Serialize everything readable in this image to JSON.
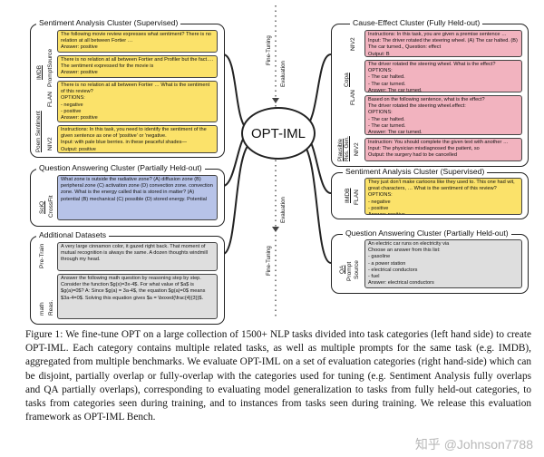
{
  "center": {
    "title": "OPT-IML"
  },
  "arrows": {
    "upper_left": "Fine-Tuning",
    "upper_right": "Evaluation",
    "lower_right": "Evaluation",
    "lower_left": "Fine-Tuning"
  },
  "left": {
    "sentiment": {
      "title": "Sentiment Analysis Cluster (Supervised)",
      "imdb_label": "IMDB",
      "promptsource_label": "PromptSource",
      "flan_label": "FLAN",
      "poem_label": "Poem Sentiment",
      "niv2_label": "NIV2",
      "card1": "The following movie review expresses what sentiment? There is no relation at all between Fortier …\nAnswer: positive",
      "card2": "There is no relation at all between Fortier and Profiler but the fact…. The sentiment expressed for the movie is\nAnswer: positive",
      "card3": "There is no relation at all between Fortier … What is the sentiment of this review?\nOPTIONS:\n- negative\n- positive\nAnswer: positive",
      "card4": "Instructions: In this task, you need to identify the sentiment of the given sentence as one of 'positive' or 'negative.\nInput: with pale blue berries. in these peaceful shades—\nOutput: positive"
    },
    "qa": {
      "title": "Question Answering Cluster (Partially Held-out)",
      "side1": "SciQ",
      "side2": "CrossFit",
      "card": "What zone is outside the radiative zone? (A) diffusion zone (B) peripheral zone (C) activation zone (D) convection zone. convection zone. What is the energy called that is stored in matter? (A) potential (B) mechanical (C) possible (D) stored energy. Potential"
    },
    "additional": {
      "title": "Additional Datasets",
      "pretrain_label": "Pre-Train",
      "math_label1": "math",
      "math_label2": "Reas.",
      "card1": "A very large cinnamon color, it gazed right back. That moment of mutual recognition is always the same. A dozen thoughts windmill through my head.",
      "card2": "Answer the following math question by reasoning step by step. Consider the function $g(x)=3x-4$. For what value of $a$ is $g(a)=0$? A: Since $g(a) = 3a-4$, the equation $g(a)=0$ means $3a-4=0$. Solving this equation gives $a = \\boxed{\\frac{4}{3}}$."
    }
  },
  "right": {
    "cause": {
      "title": "Cause-Effect Cluster (Fully Held-out)",
      "niv2_label": "NIV2",
      "copa_label": "Copa",
      "flan_label": "FLAN",
      "plausible1": "Plausible",
      "plausible2": "Res. Gen.",
      "niv2b_label": "NIV2",
      "card1": "Instructions: In this task, you are given a premise sentence …\nInput: The driver rotated the steering wheel. (A) The car halted. (B) The car turned., Question: effect\nOutput: B",
      "card2": "The driver rotated the steering wheel. What is the effect?\nOPTIONS:\n- The car halted.\n- The car turned.\nAnswer: The car turned.",
      "card3": "Based on the following sentence, what is the effect?\nThe driver rotated the steering wheel.effect:\nOPTIONS:\n- The car halted.\n- The car turned.\nAnswer: The car turned.",
      "card4": "Instruction: You should complete the given text with another …\nInput: The physician misdiagnosed the patient, so\nOutput: the surgery had to be cancelled"
    },
    "sentiment": {
      "title": "Sentiment Analysis Cluster (Supervised)",
      "imdb_label": "IMDB",
      "flan_label": "FLAN",
      "card": "They just don't make cartoons like they used to. This one had wit, great characters, … What is the sentiment of this review?\nOPTIONS:\n- negative\n- positive\nAnswer: positive"
    },
    "qa": {
      "title": "Question Answering Cluster (Partially Held-out)",
      "qa_label": "QA",
      "prompt_label": "Prompt",
      "source_label": "Source",
      "card": "An electric car runs on electricity via\nChoose an answer from this list:\n- gasoline\n- a power station\n- electrical conductors\n- fuel\nAnswer: electrical conductors"
    }
  },
  "caption": "Figure 1: We fine-tune OPT on a large collection of 1500+ NLP tasks divided into task categories (left hand side) to create OPT-IML. Each category contains multiple related tasks, as well as multiple prompts for the same task (e.g. IMDB), aggregated from multiple benchmarks. We evaluate OPT-IML on a set of evaluation categories (right hand-side) which can be disjoint, partially overlap or fully-overlap with the categories used for tuning (e.g. Sentiment Analysis fully overlaps and QA partially overlaps), corresponding to evaluating model generalization to tasks from fully held-out categories, to tasks from categories seen during training, and to instances from tasks seen during training. We release this evaluation framework as OPT-IML Bench.",
  "watermark": "知乎 @Johnson7788"
}
